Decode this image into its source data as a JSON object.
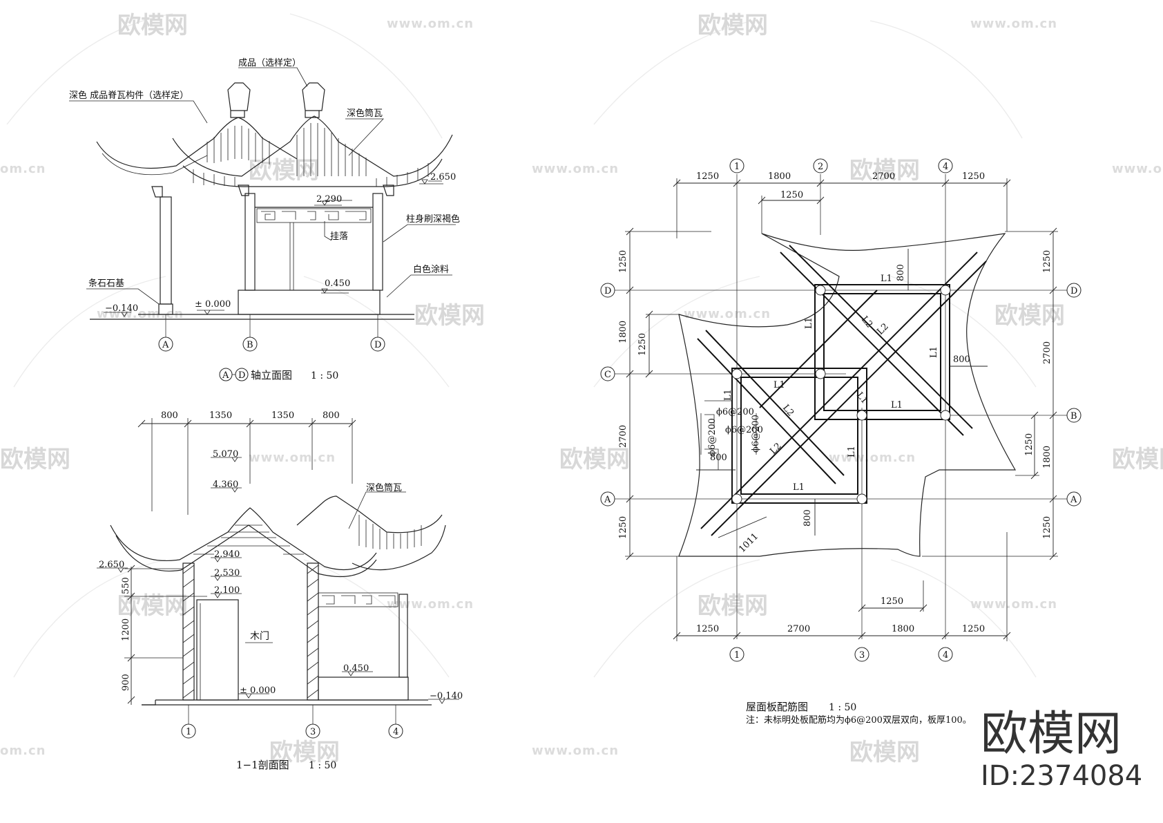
{
  "watermark": {
    "brand": "欧模网",
    "url": "www.om.cn",
    "url_clip": "om.cn",
    "brand_clip": "欧模网",
    "corner_brand": "欧模网",
    "corner_id": "ID:2374084"
  },
  "elevation": {
    "title_axis_a": "A",
    "title_axis_d": "D",
    "title_text": "轴立面图",
    "title_scale": "1 : 50",
    "label_finial": "成品（选样定）",
    "label_ridge": "深色 成品脊瓦构件（选样定）",
    "label_tile": "深色筒瓦",
    "label_eave_elev": "2.650",
    "label_beam_elev": "2.290",
    "label_hanging": "挂落",
    "label_column": "柱身刷深褐色",
    "label_paint": "白色涂料",
    "label_stone": "条石石基",
    "label_platform": "0.450",
    "label_zero": "± 0.000",
    "label_minus": "−0.140",
    "axes": [
      "A",
      "B",
      "D"
    ]
  },
  "section": {
    "title_text": "1−1剖面图",
    "title_scale": "1 : 50",
    "dims_top": [
      "800",
      "1350",
      "1350",
      "800"
    ],
    "label_5070": "5.070",
    "label_4360": "4.360",
    "label_tile": "深色筒瓦",
    "label_2940": "2.940",
    "label_2650": "2.650",
    "label_2530": "2.530",
    "label_2100": "2.100",
    "label_door": "木门",
    "label_450": "0.450",
    "label_zero": "± 0.000",
    "label_minus": "−0.140",
    "dims_left": [
      "550",
      "1200",
      "900"
    ],
    "axes": [
      "1",
      "3",
      "4"
    ]
  },
  "plan": {
    "title_text": "屋面板配筋图",
    "title_scale": "1 : 50",
    "note": "注：未标明处板配筋均为ϕ6@200双层双向，板厚100。",
    "axes_top": [
      "1",
      "2",
      "4"
    ],
    "axes_bottom": [
      "1",
      "3",
      "4"
    ],
    "axes_left": [
      "D",
      "C",
      "A"
    ],
    "axes_right": [
      "D",
      "B",
      "A"
    ],
    "dims_top": [
      "1250",
      "1800",
      "2700",
      "1250"
    ],
    "dim_top_inner": "1250",
    "dims_bottom": [
      "1250",
      "2700",
      "1800",
      "1250"
    ],
    "dim_bottom_inner": "1250",
    "dims_left": [
      "1250",
      "1800",
      "2700",
      "1250"
    ],
    "dim_left_inner": "1250",
    "dims_right": [
      "1250",
      "2700",
      "1800",
      "1250"
    ],
    "dim_right_inner": "1250",
    "beam_labels": {
      "l1": "L1",
      "l2": "L2"
    },
    "dim_800": "800",
    "dim_1011": "1011",
    "rebar": "ϕ6@200"
  }
}
